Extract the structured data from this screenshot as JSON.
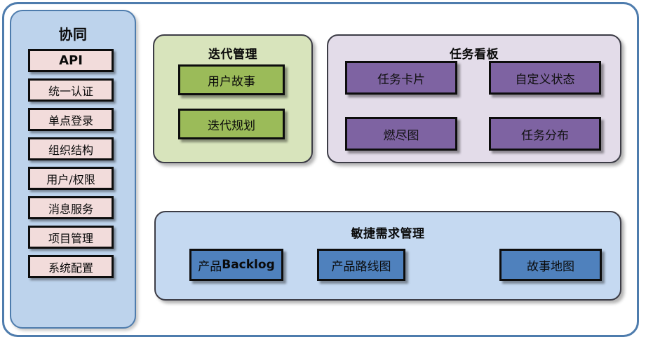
{
  "diagram": {
    "sidebar": {
      "title": "协同",
      "items": [
        {
          "label": "API",
          "emphasis": "bold"
        },
        {
          "label": "统一认证",
          "emphasis": "normal"
        },
        {
          "label": "单点登录",
          "emphasis": "normal"
        },
        {
          "label": "组织结构",
          "emphasis": "normal"
        },
        {
          "label": "用户/权限",
          "emphasis": "normal"
        },
        {
          "label": "消息服务",
          "emphasis": "normal"
        },
        {
          "label": "项目管理",
          "emphasis": "normal"
        },
        {
          "label": "系统配置",
          "emphasis": "normal"
        }
      ]
    },
    "iteration": {
      "title": "迭代管理",
      "items": [
        {
          "label": "用户故事"
        },
        {
          "label": "迭代规划"
        }
      ]
    },
    "taskboard": {
      "title": "任务看板",
      "items": [
        {
          "label": "任务卡片"
        },
        {
          "label": "自定义状态"
        },
        {
          "label": "燃尽图"
        },
        {
          "label": "任务分布"
        }
      ]
    },
    "agile": {
      "title": "敏捷需求管理",
      "items": [
        {
          "label": "产品Backlog",
          "prefix": "产品",
          "bold_suffix": "Backlog"
        },
        {
          "label": "产品路线图"
        },
        {
          "label": "故事地图"
        }
      ]
    }
  },
  "colors": {
    "frame_border": "#4E7CAD",
    "sidebar_bg": "#BDD3EC",
    "sidebar_item_bg": "#F2DCDB",
    "iteration_panel_bg": "#D8E4BC",
    "iteration_item_bg": "#9BBB59",
    "taskboard_panel_bg": "#E3DCE9",
    "taskboard_item_bg": "#7E63A2",
    "agile_panel_bg": "#C5D9F1",
    "agile_item_bg": "#4F81BD",
    "item_border": "#0D0D0D"
  }
}
